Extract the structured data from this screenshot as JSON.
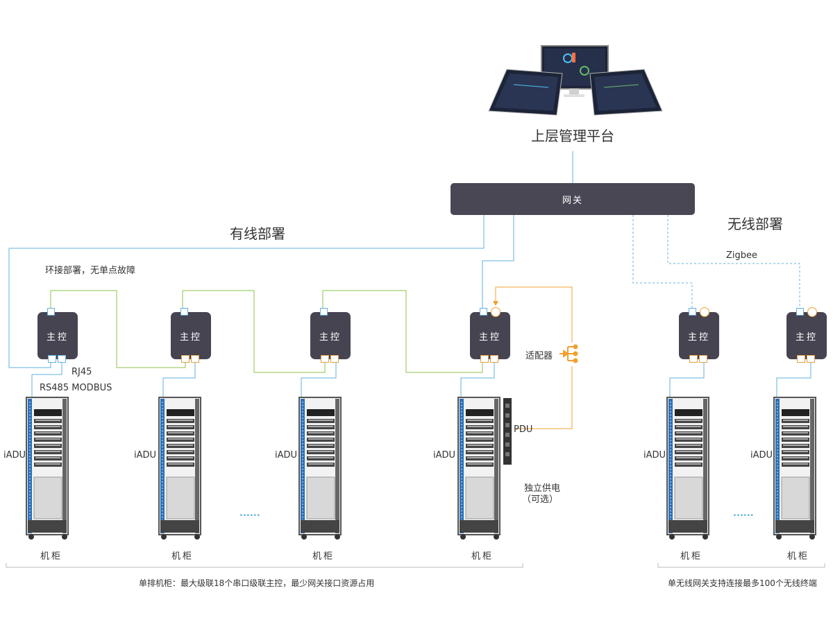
{
  "platform": {
    "title": "上层管理平台"
  },
  "gateway": {
    "label": "网关"
  },
  "sections": {
    "wired": "有线部署",
    "wireless": "无线部署"
  },
  "notes": {
    "ring": "环接部署，无单点故障",
    "rj45": "RJ45",
    "rs485": "RS485 MODBUS",
    "zigbee": "Zigbee",
    "adapter": "适配器",
    "pdu": "PDU",
    "power_line1": "独立供电",
    "power_line2": "（可选）",
    "ellipsis": "......",
    "footer_wired": "单排机柜：最大级联18个串口级联主控，最少网关接口资源占用",
    "footer_wireless": "单无线网关支持连接最多100个无线终端"
  },
  "controller_label": "主控",
  "cabinet_label": "机柜",
  "iadu_label": "iADU",
  "colors": {
    "wired_line": "#5fb0e0",
    "ring_line": "#8bc34a",
    "power_line": "#f0a030",
    "wireless_line": "#5fb0e0",
    "controller": "#474452",
    "gateway": "#4a4755"
  }
}
